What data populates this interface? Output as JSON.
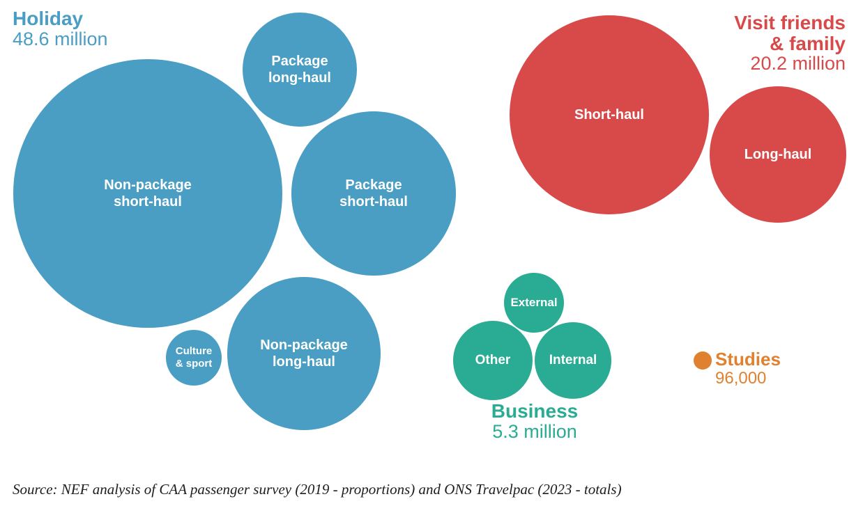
{
  "colors": {
    "holiday": "#4a9ec3",
    "visit_friends_family": "#d84a4a",
    "business": "#2aab93",
    "studies": "#e0812f",
    "source_text": "#1d1d1b"
  },
  "groups": {
    "holiday": {
      "title": "Holiday",
      "value": "48.6 million",
      "bubbles": [
        {
          "label": "Non-package short-haul"
        },
        {
          "label": "Package long-haul"
        },
        {
          "label": "Package short-haul"
        },
        {
          "label": "Non-package long-haul"
        },
        {
          "label": "Culture & sport"
        }
      ]
    },
    "visit_friends_family": {
      "title": "Visit friends & family",
      "value": "20.2 million",
      "bubbles": [
        {
          "label": "Short-haul"
        },
        {
          "label": "Long-haul"
        }
      ]
    },
    "business": {
      "title": "Business",
      "value": "5.3 million",
      "bubbles": [
        {
          "label": "External"
        },
        {
          "label": "Other"
        },
        {
          "label": "Internal"
        }
      ]
    },
    "studies": {
      "title": "Studies",
      "value": "96,000"
    }
  },
  "source": "Source: NEF analysis of CAA passenger survey (2019 - proportions) and ONS Travelpac (2023 - totals)",
  "chart_data": {
    "type": "bubble",
    "title": "",
    "unit": "passengers",
    "legend_position": "labels adjacent to bubble groups",
    "grid": false,
    "series": [
      {
        "name": "Holiday",
        "total_label": "48.6 million",
        "total_value_millions": 48.6,
        "color": "#4a9ec3",
        "bubbles": [
          {
            "label": "Non-package short-haul",
            "radius_px": 193
          },
          {
            "label": "Package short-haul",
            "radius_px": 118
          },
          {
            "label": "Non-package long-haul",
            "radius_px": 110
          },
          {
            "label": "Package long-haul",
            "radius_px": 82
          },
          {
            "label": "Culture & sport",
            "radius_px": 40
          }
        ]
      },
      {
        "name": "Visit friends & family",
        "total_label": "20.2 million",
        "total_value_millions": 20.2,
        "color": "#d84a4a",
        "bubbles": [
          {
            "label": "Short-haul",
            "radius_px": 143
          },
          {
            "label": "Long-haul",
            "radius_px": 98
          }
        ]
      },
      {
        "name": "Business",
        "total_label": "5.3 million",
        "total_value_millions": 5.3,
        "color": "#2aab93",
        "bubbles": [
          {
            "label": "Other",
            "radius_px": 57
          },
          {
            "label": "Internal",
            "radius_px": 55
          },
          {
            "label": "External",
            "radius_px": 43
          }
        ]
      },
      {
        "name": "Studies",
        "total_label": "96,000",
        "total_value_millions": 0.096,
        "color": "#e0812f",
        "bubbles": [
          {
            "label": "Studies",
            "radius_px": 13
          }
        ]
      }
    ],
    "source": "Source: NEF analysis of CAA passenger survey (2019 - proportions) and ONS Travelpac (2023 - totals)"
  }
}
